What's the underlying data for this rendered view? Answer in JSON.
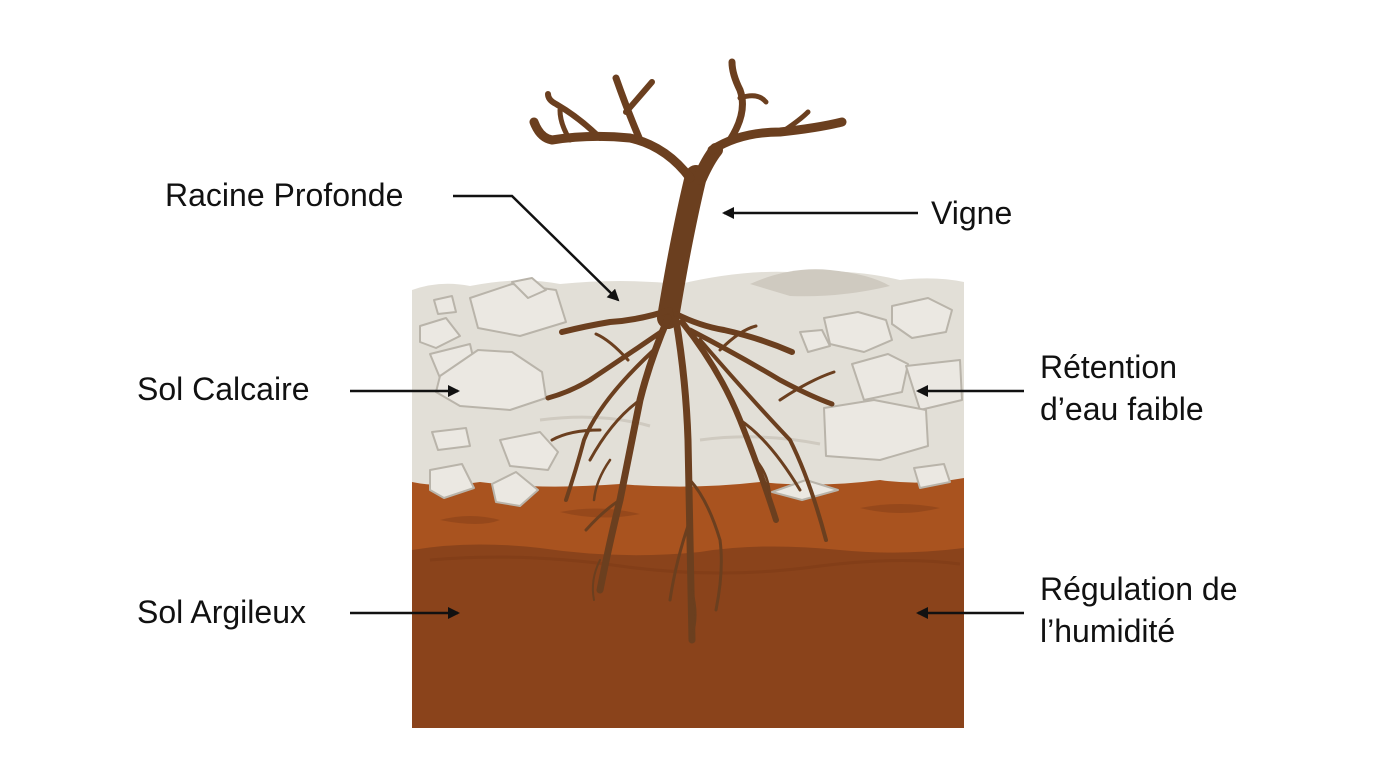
{
  "labels": {
    "racine": "Racine Profonde",
    "vigne": "Vigne",
    "calcaire": "Sol Calcaire",
    "retention": [
      "Rétention",
      "d’eau faible"
    ],
    "argileux": "Sol Argileux",
    "regulation": [
      "Régulation de",
      "l’humidité"
    ]
  },
  "colors": {
    "vine": "#6b3f1f",
    "limestone": "#e2dfd7",
    "rock": "#ebe8e2",
    "rock_edge": "#b9b4aa",
    "clay_top": "#a9531f",
    "clay_bottom": "#8a431b",
    "arrow": "#111111"
  }
}
